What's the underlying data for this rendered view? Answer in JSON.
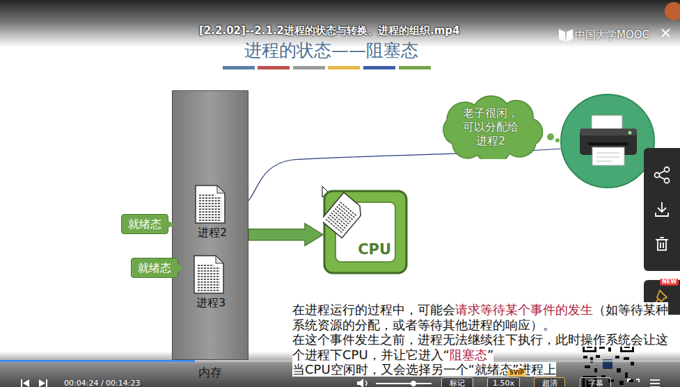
{
  "diagram": {
    "title": "进程的状态——阻塞态",
    "nodes": [
      {
        "text": [
          "内存"
        ]
      },
      {
        "text": [
          "进程2"
        ],
        "in": 0
      },
      {
        "text": [
          "进程3"
        ],
        "in": 0
      },
      {
        "text": [
          "就绪态"
        ]
      },
      {
        "text": [
          "就绪态"
        ]
      },
      {
        "text": [
          "老子很闲， 可以分配给 进程2"
        ]
      },
      {
        "text": [
          "CPU"
        ]
      },
      {
        "text": [
          "标记"
        ]
      },
      {
        "text": [
          "1.50x"
        ]
      },
      {
        "text": [
          "SVIP"
        ]
      },
      {
        "text": [
          "超清"
        ]
      },
      {
        "text": [
          "字幕"
        ]
      },
      {
        "text": [
          "NEW"
        ]
      }
    ],
    "edges": [
      {
        "from": 0,
        "to": 6,
        "arrow": "to"
      }
    ],
    "labels": [
      "[2.2.02]--2.1.2进程的状态与转换、进程的组织.mp4",
      "中国大学MOOC",
      "在进程运行的过程中，可能会",
      "请求等待某个事件的发生",
      "（如等待某种系统资源的分配，或者等待其他进程的响应）。",
      "在这个事件发生之前，进程无法继续往下执行，此时操作系统会让这个进程下CPU，并让它进入“",
      "阻塞态",
      "”",
      "当CPU空闲时，又会选择另一个“就绪态”进程上",
      "00:04:24 / 00:14:23"
    ]
  }
}
